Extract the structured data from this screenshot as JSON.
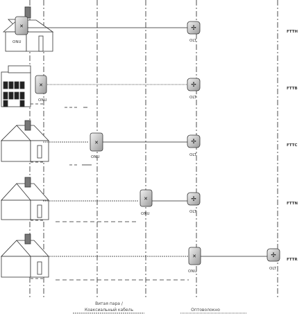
{
  "rows": [
    {
      "type": "FTTH",
      "building": "house",
      "devices": [
        {
          "label": "ONU"
        },
        {
          "label": "OLT"
        }
      ]
    },
    {
      "type": "FTTB",
      "building": "office",
      "devices": [
        {
          "label": "ONU"
        },
        {
          "label": "OLT"
        }
      ]
    },
    {
      "type": "FTTC",
      "building": "house",
      "devices": [
        {
          "label": "ONU"
        },
        {
          "label": "OLT"
        }
      ]
    },
    {
      "type": "FTTN",
      "building": "house",
      "devices": [
        {
          "label": "ONU"
        },
        {
          "label": "OLT"
        }
      ]
    },
    {
      "type": "FTTR",
      "building": "house",
      "devices": [
        {
          "label": "ONU"
        },
        {
          "label": "OLT"
        }
      ]
    }
  ],
  "legend": {
    "copper_line1": "Витая пара /",
    "copper_line2": "Коаксиальный кабель",
    "fiber": "Оптоволокно"
  }
}
